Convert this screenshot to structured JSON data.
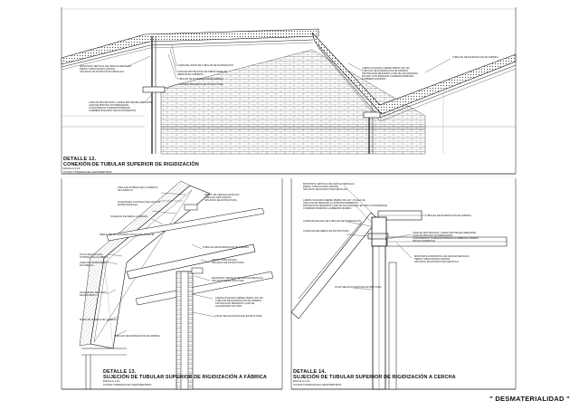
{
  "stamp": "\" DESMATERIALIDAD \"",
  "details": [
    {
      "number": "DETALLE 12.",
      "title": "CONEXIÓN DE TUBULAR SUPERIOR DE RIGIDIZACIÓN",
      "scale": "ESCALA 1:10",
      "note": "COTAS TOMADAS EN CENTIMETROS"
    },
    {
      "number": "DETALLE 13.",
      "title": "SUJECIÓN DE TUBULAR SUPERIOR DE RIGIDIZACIÓN A FÁBRICA",
      "scale": "ESCALA 1:10",
      "note": "COTAS TOMADAS EN CENTIMETROS"
    },
    {
      "number": "DETALLE 14.",
      "title": "SUJECIÓN DE TUBULAR SUPERIOR DE RIGIDIZACIÓN A CERCHA",
      "scale": "ESCALA 1:10",
      "note": "COTAS TOMADAS EN CENTIMETROS"
    }
  ],
  "annotations12": [
    "MONTANTE VERTICAL DE CERCHA METALICA\nPERFIL TUBULAR RHS 100X100\nS/PLANOS DE ESTRUCTURA METALICA",
    "CHAPA DE UNION DE TUBULAR DE RIGIDIZACION",
    "CAPA DE PROTECCION DE FIBROCEMENTO\nREMATE DE CUBIERTA",
    "TUBULAR DE RIGIDIZACION DE FABRICA",
    "CHAPA DE REFUERZO DE ESTRUCTURA",
    "CAPA DE PROTECCION: LAMINA PROTEGIDA MEDIANTE\nCAPA DE PINTURA INTUMESCENTE\nCON ESPESOR CORRESPONDIENTE\nA AMBIENTE MARINO SEGUN NORMATIVA",
    "LAMINA SOLDADA CIERRE PERFIL IPE 140\nTUBULAR DE RIGIDIZACION DE FABRICA\nPROTECCION MEDIANTE CAPA DE GALVANIZADO\nEN FRIO CON ESPESOR CORRESPONDIENTE\nA AMBIENTE MARINO",
    "TUBULAR DE RIGIDIZACION DE FABRICA"
  ],
  "annotations13": [
    "ANCLAJE ATORNILLADO A FABRICA\nDE LADRILLO",
    "PERFIL DE CERCHA METALICA\nTUBULAR RHS 100X100\nS/PLANOS DE ESTRUCTURA",
    "SOLDADURA CONTINUA DE FIJACION\nENTRE PERFILES",
    "SUJECION DE PERFIL A FABRICA",
    "PERFIL IPE 140 SOLDADO A PLACA DE ANCLAJE",
    "PLACA DE ANCLAJE\nATORNILLADA A FABRICA",
    "LINEA DE CERRAMIENTO\nDE FABRICA",
    "TUBULAR DE RIGIDIZACION DE FABRICA",
    "PERFIL TUBULAR RHS\nS/PLANOS DE ESTRUCTURA",
    "SOLDADURA DE CHAPA\nDE REFUERZO",
    "MONTANTE VERTICAL DE CERCHA METALICA\nS/PLANOS DE ESTRUCTURA",
    "LAMINA SOLDADA CIERRE PERFIL IPE 140\nTUBULAR DE RIGIDIZACION DE FABRICA\nPROTECCION MEDIANTE CAPA DE\nGALVANIZADO EN FRIO",
    "MURO DE FABRICA DE LADRILLO",
    "TUBULAR DE RIGIDIZACION DE FABRICA",
    "PILAR SEGUN PLANOS DE ESTRUCTURA"
  ],
  "annotations14": [
    "MONTANTE VERTICAL DE CERCHA METALICA\nPERFIL TUBULAR RHS 100X100\nS/PLANOS DE ESTRUCTURA METALICA",
    "LAMINA SOLDADA CIERRE PERFIL IPE 140 Y PLACA DE\nANCLAJE DE PERFILES AL APROVISIONAMIENTO\nPROTECCION MEDIANTE CAPA DE GALVANIZADO EN FRIO CON ESPESOR\nCORRESPONDIENTE A AMBIENTE MARINO",
    "TUBULAR DE RIGIDIZACION DE FABRICA",
    "CHAPA DE ENLACE DE TUBULAR DE RIGIDIZACION",
    "CHAPA DE REFUERZO DE ESTRUCTURA",
    "CAPA DE PROTECCION: LAMINA PROTEGIDA MEDIANTE\nCAPA DE PINTURA INTUMESCENTE\nCON ESPESOR CORRESPONDIENTE A AMBIENTE MARINO\nSEGUN NORMATIVA",
    "MONTANTE HORIZONTAL DE CERCHA METALICA\nPERFIL TUBULAR RHS 100X100\nS/PLANOS DE ESTRUCTURA METALICA",
    "PILAR SEGUN PLANOS DE ESTRUCTURA"
  ]
}
